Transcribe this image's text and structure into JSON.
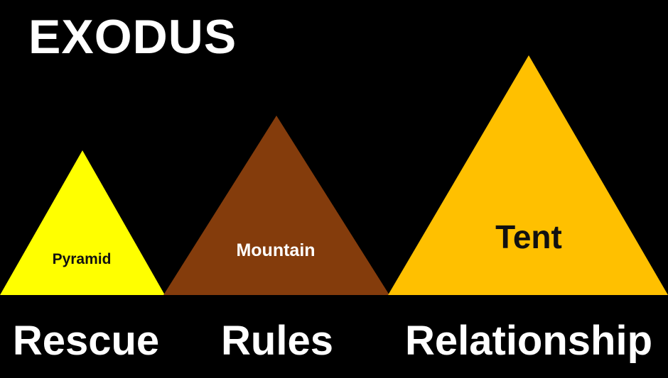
{
  "title": "EXODUS",
  "colors": {
    "background": "#000000",
    "pyramid": "#ffff00",
    "mountain": "#843c0c",
    "tent": "#ffc000",
    "label_dark": "#111111",
    "label_light": "#ffffff"
  },
  "triangles": [
    {
      "id": "pyramid",
      "label": "Pyramid",
      "color": "#ffff00",
      "label_color": "#111111"
    },
    {
      "id": "mountain",
      "label": "Mountain",
      "color": "#843c0c",
      "label_color": "#ffffff"
    },
    {
      "id": "tent",
      "label": "Tent",
      "color": "#ffc000",
      "label_color": "#111111"
    }
  ],
  "bottom_labels": [
    "Rescue",
    "Rules",
    "Relationship"
  ]
}
